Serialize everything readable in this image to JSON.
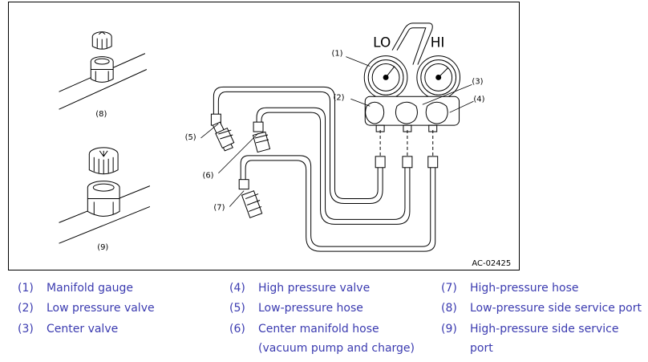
{
  "figure": {
    "figure_id": "AC-02425",
    "gauge_labels": {
      "lo": "LO",
      "hi": "HI"
    },
    "callouts": [
      "(1)",
      "(2)",
      "(3)",
      "(4)",
      "(5)",
      "(6)",
      "(7)",
      "(8)",
      "(9)"
    ]
  },
  "legend": [
    {
      "num": "(1)",
      "text": "Manifold gauge"
    },
    {
      "num": "(2)",
      "text": "Low pressure valve"
    },
    {
      "num": "(3)",
      "text": "Center valve"
    },
    {
      "num": "(4)",
      "text": "High pressure valve"
    },
    {
      "num": "(5)",
      "text": "Low-pressure hose"
    },
    {
      "num": "(6)",
      "text": "Center manifold hose",
      "text2": "(vacuum pump and charge)"
    },
    {
      "num": "(7)",
      "text": "High-pressure hose"
    },
    {
      "num": "(8)",
      "text": "Low-pressure side service port"
    },
    {
      "num": "(9)",
      "text": "High-pressure side service",
      "text2": "port"
    }
  ],
  "colors": {
    "legend_text": "#3b3bb0",
    "line": "#000000"
  }
}
